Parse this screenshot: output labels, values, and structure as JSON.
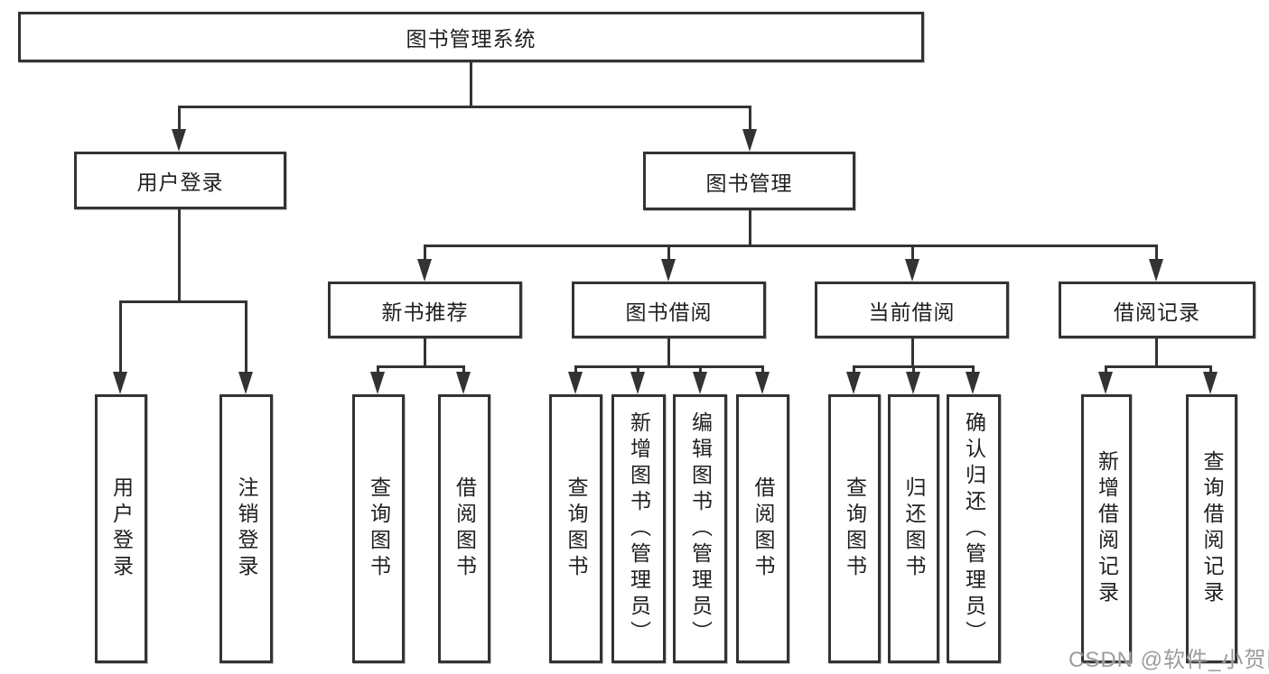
{
  "diagram": {
    "root": {
      "label": "图书管理系统"
    },
    "branches": {
      "user_login": {
        "label": "用户登录",
        "children": [
          {
            "label": "用户登录"
          },
          {
            "label": "注销登录"
          }
        ]
      },
      "book_management": {
        "label": "图书管理",
        "children": [
          {
            "label": "新书推荐",
            "children": [
              {
                "label": "查询图书"
              },
              {
                "label": "借阅图书"
              }
            ]
          },
          {
            "label": "图书借阅",
            "children": [
              {
                "label": "查询图书"
              },
              {
                "label": "新增图书（管理员）"
              },
              {
                "label": "编辑图书（管理员）"
              },
              {
                "label": "借阅图书"
              }
            ]
          },
          {
            "label": "当前借阅",
            "children": [
              {
                "label": "查询图书"
              },
              {
                "label": "归还图书"
              },
              {
                "label": "确认归还（管理员）"
              }
            ]
          },
          {
            "label": "借阅记录",
            "children": [
              {
                "label": "新增借阅记录"
              },
              {
                "label": "查询借阅记录"
              }
            ]
          }
        ]
      }
    }
  },
  "watermark": {
    "text": "CSDN @软件_小贺同学"
  },
  "colors": {
    "line": "#333333",
    "text": "#1f1f1f",
    "background": "#ffffff",
    "watermark": "#9c9c9c"
  }
}
